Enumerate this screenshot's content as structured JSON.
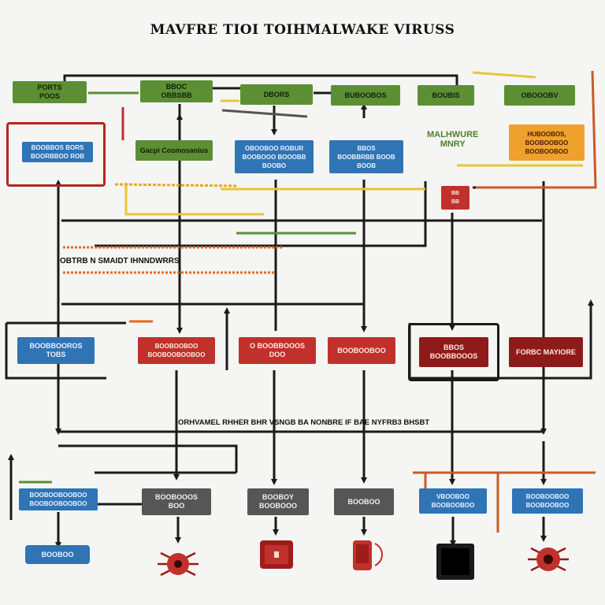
{
  "title": "MAVFRE TIOI TOIHMALWAKE VIRUSS",
  "top_row": [
    {
      "id": "t1",
      "text": "PORTS\nPOOS"
    },
    {
      "id": "t2",
      "text": "BBOC\nOBBSBB"
    },
    {
      "id": "t3",
      "text": "DBORS"
    },
    {
      "id": "t4",
      "text": "BUBOOBOS"
    },
    {
      "id": "t5",
      "text": "BOUBIS"
    },
    {
      "id": "t6",
      "text": "OBOOOBV"
    }
  ],
  "second_row": {
    "framed_box": "BOOBBOS BORS\nBOORBBOO ROB",
    "green_box": "Gacpi Cosmosanius",
    "blue_mid1": "OBOOBOO ROBUR\nBOOBOOO BOOOBB\nBOOBO",
    "blue_mid2": "BBOS\nBOOBBRBB BOOB\nBOOB",
    "malware_label": "MALHWURE\nMNRY",
    "orange_box": "HUBOOBOS,\nBOOBOOBOO\nBOOBOOBOO",
    "small_red_box": "BB\nBB"
  },
  "side_label_left": "OBTRB N SMAIDT IHNNDWRRS",
  "third_row": [
    {
      "id": "r1",
      "text": "BOOBBOOROS\nTOBS",
      "color": "blue"
    },
    {
      "id": "r2",
      "text": "BOOBOOBOO\nBOOBOOBOOBOO",
      "color": "red"
    },
    {
      "id": "r3",
      "text": "O BOOBBOOOS\nDOO",
      "color": "red"
    },
    {
      "id": "r4",
      "text": "BOOBOOBOO",
      "color": "red"
    },
    {
      "id": "r5",
      "text": "BBOS\nBOOBBOOOS",
      "color": "dred"
    },
    {
      "id": "r6",
      "text": "FORBC MAYIORE",
      "color": "dred"
    }
  ],
  "mid_label": "ORHVAMEL RHHER BHR   VSNGB BA NONBRE IF BAE NYFRB3 BHSBT",
  "bottom_row": [
    {
      "id": "b1",
      "text": "BOOBOOBOOBOO\nBOOBOOBOOBOO",
      "color": "blue"
    },
    {
      "id": "b2",
      "text": "BOOBOOOS\nBOO",
      "color": "gray"
    },
    {
      "id": "b3",
      "text": "BOOBOY\nBOOBOOO",
      "color": "gray"
    },
    {
      "id": "b4",
      "text": "BOOBOO",
      "color": "gray"
    },
    {
      "id": "b5",
      "text": "VBOOBOO\nBOOBOOBOO",
      "color": "blue"
    },
    {
      "id": "b6",
      "text": "BOOBOOBOO\nBOOBOOBOO",
      "color": "blue"
    }
  ],
  "bottom_left_box": "BOOBOO",
  "devices": [
    "virus-bug",
    "red-device",
    "red-phone",
    "black-tablet",
    "virus-bug"
  ],
  "colors": {
    "green": "#5c8f34",
    "blue": "#2f74b5",
    "red": "#c0312c",
    "dark_red": "#8f1a1a",
    "orange": "#f0a02c",
    "gray": "#565656",
    "wire": "#1a1a1a",
    "yellow": "#e8c53a"
  }
}
